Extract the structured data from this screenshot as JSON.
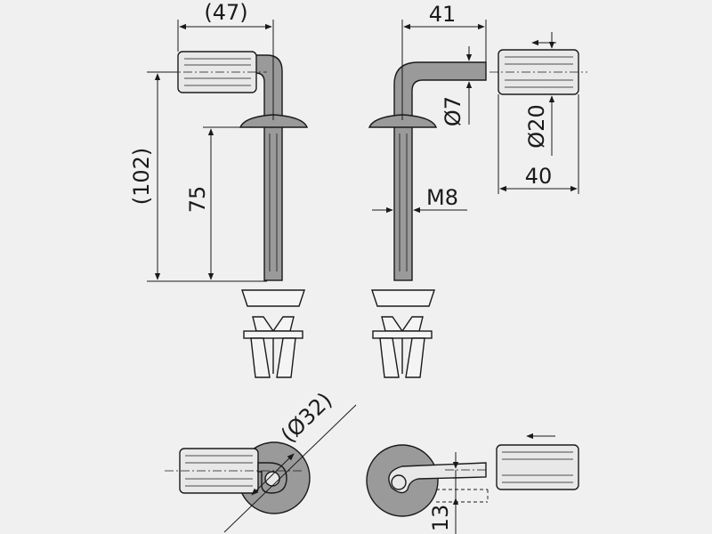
{
  "dimensions": {
    "d47": "(47)",
    "d41": "41",
    "d102": "(102)",
    "d75": "75",
    "d7": "Ø7",
    "d20": "Ø20",
    "d40": "40",
    "m8": "M8",
    "d32": "(Ø32)",
    "d13": "13"
  },
  "icons": {
    "arrow_top": "arrow-left-icon",
    "arrow_bottom": "arrow-left-icon"
  },
  "colors": {
    "background": "#f0f0f0",
    "metal": "#9a9a9a",
    "outline": "#1a1a1a"
  }
}
